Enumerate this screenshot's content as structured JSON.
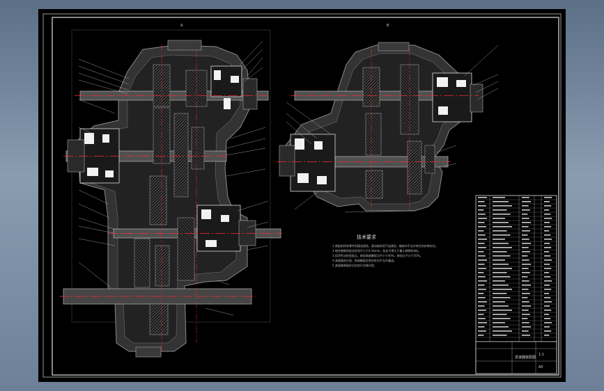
{
  "view_labels": {
    "left": "A",
    "right": "B"
  },
  "tech_notes": {
    "title": "技术要求",
    "lines": [
      "1.装配前所有零件用煤油清洗，滚动轴承用汽油清洗，箱体内不允许有任何杂物存在。",
      "2.啮合侧隙用铅丝检验不小于0.16mm，铅丝不得大于最小侧隙的4倍。",
      "3.用涂色法检验斑点，按齿高接触斑点不小于40%，按齿长不小于50%。",
      "4.减速器剖分面、各接触面及密封处均不允许漏油。",
      "5.减速器装配好后应进行空载试验。"
    ]
  },
  "title_block": {
    "name": "变速器装配图",
    "scale": "1:1",
    "sheet": "A0"
  },
  "colors": {
    "housing": "#3c3c3c",
    "line": "#ffffff",
    "centerline": "#ff2a2a",
    "hatch": "#7a7a7a"
  }
}
